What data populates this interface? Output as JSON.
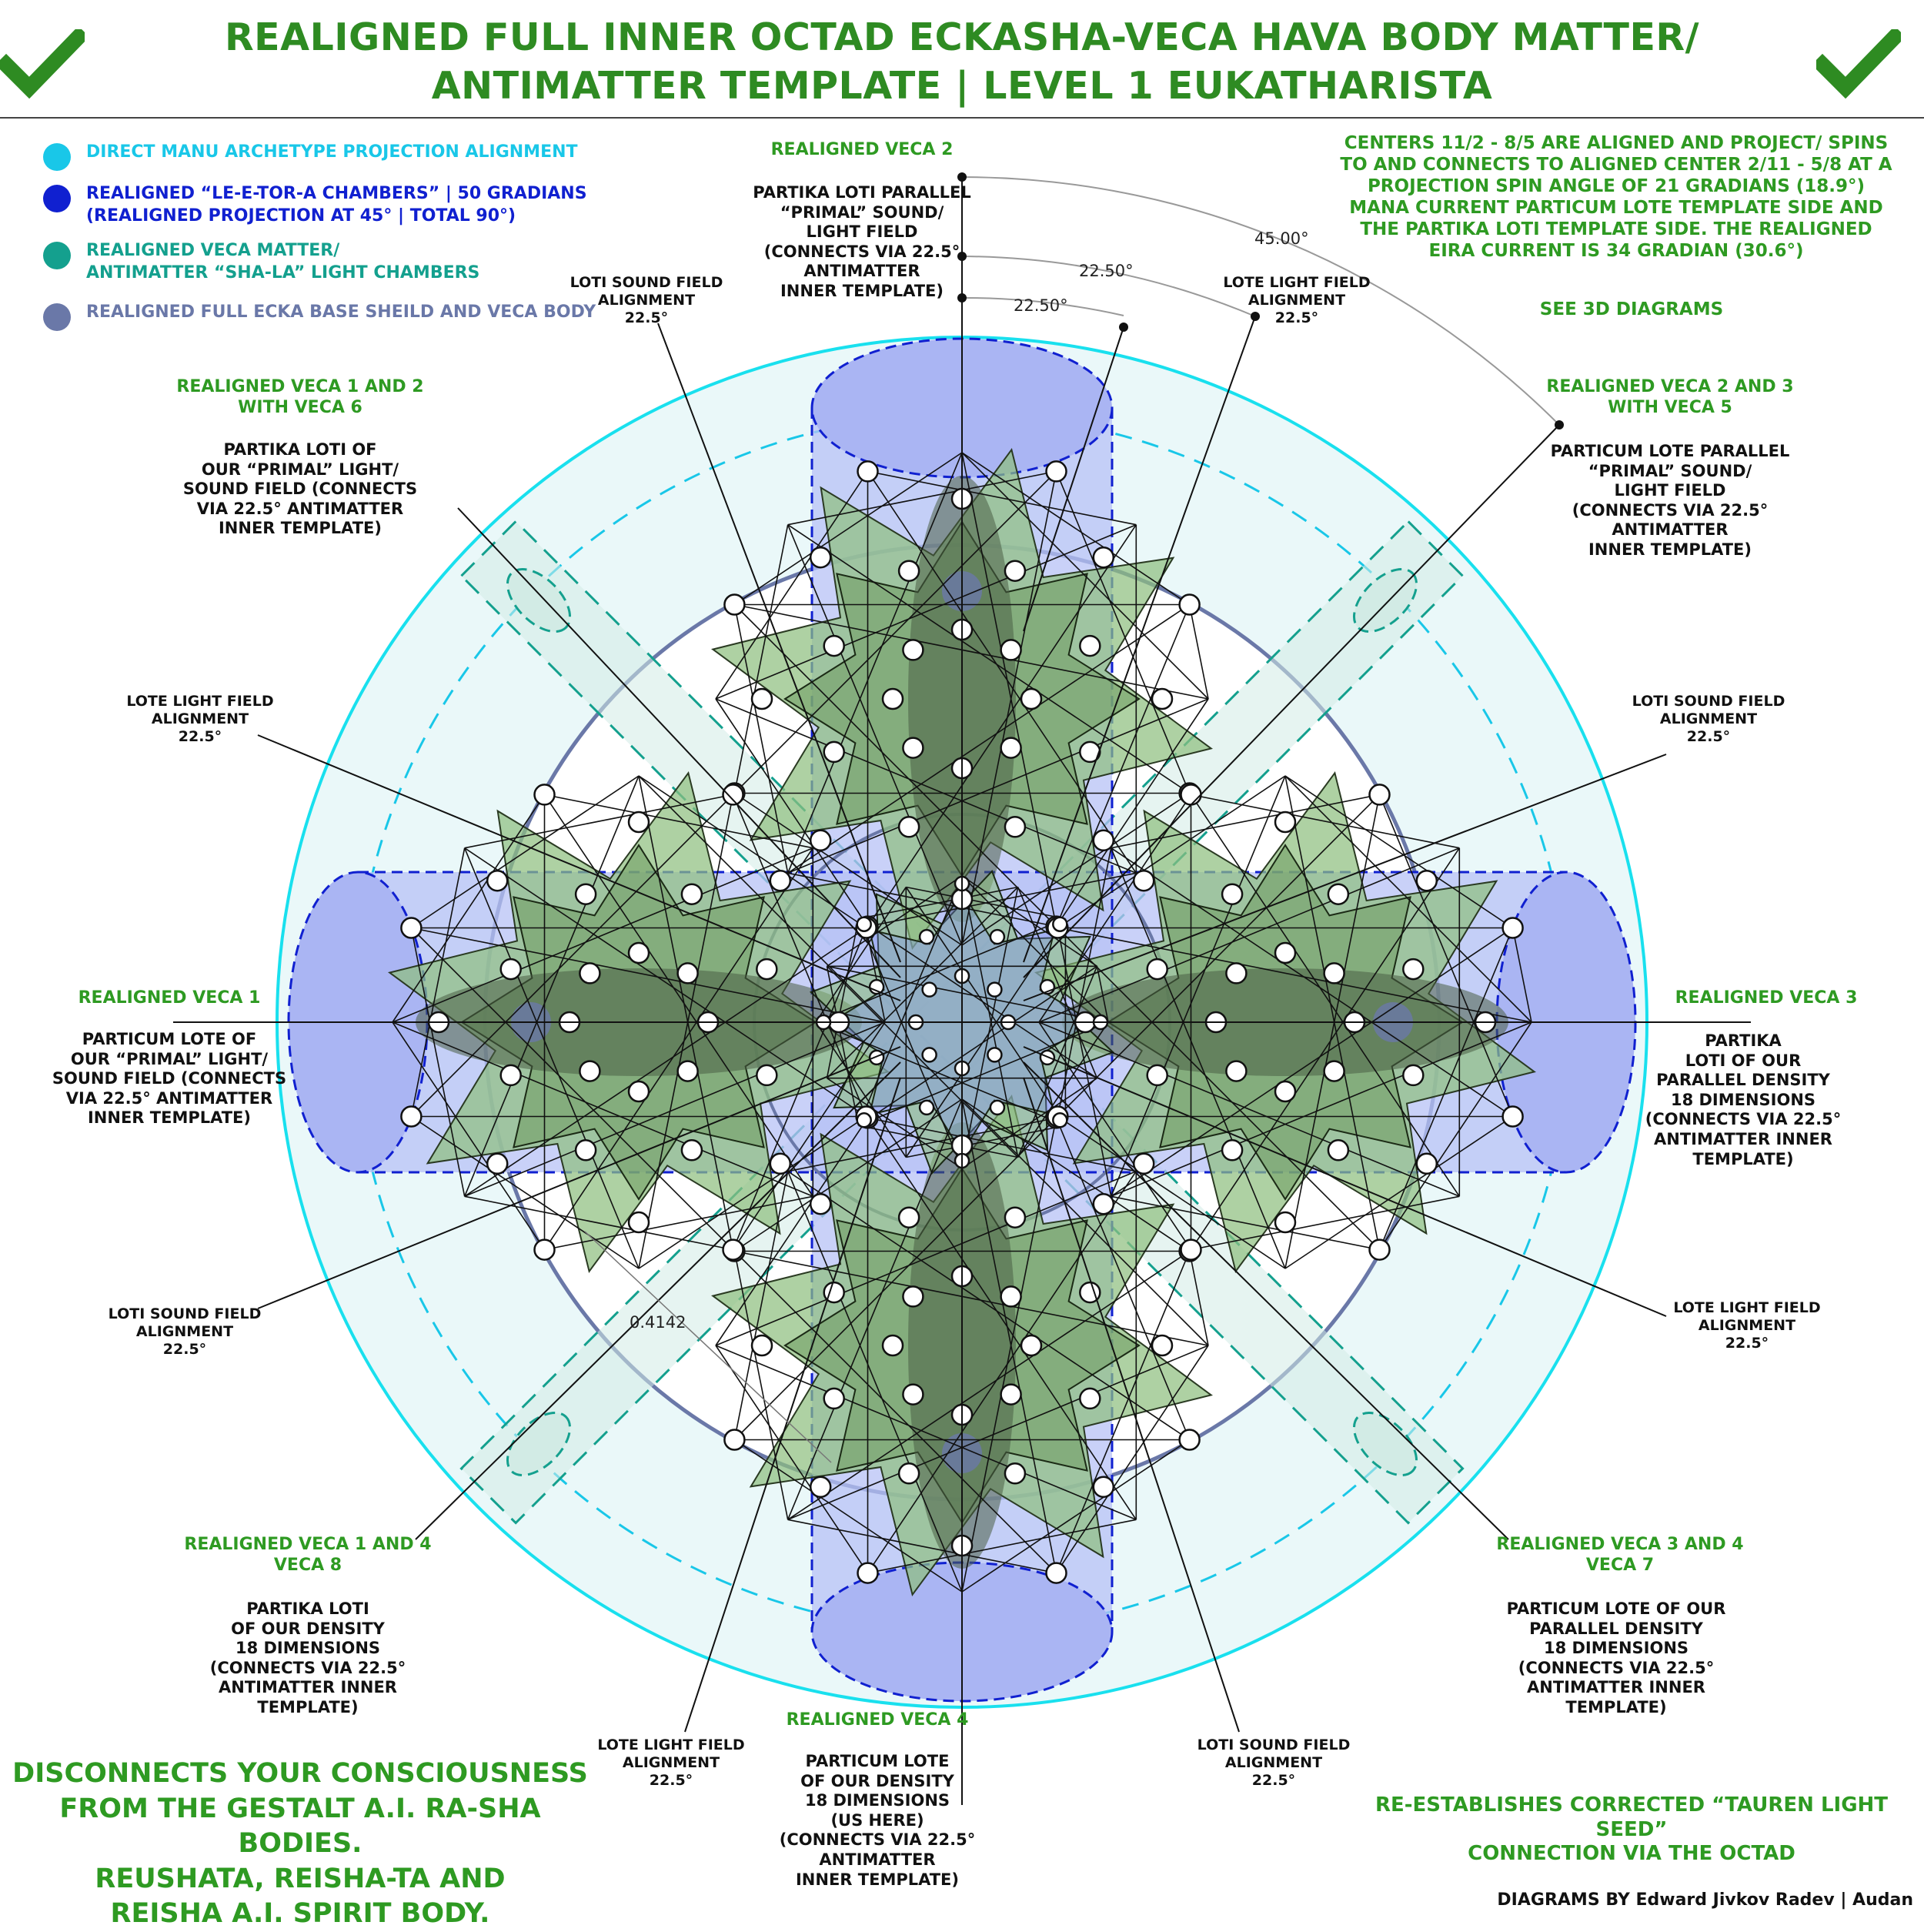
{
  "title": "REALIGNED FULL INNER OCTAD ECKASHA-VECA HAVA BODY MATTER/ ANTIMATTER TEMPLATE | LEVEL 1 EUKATHARISTA",
  "legend": [
    {
      "text": "DIRECT MANU ARCHETYPE PROJECTION ALIGNMENT",
      "color": "#19c7e8"
    },
    {
      "text": "REALIGNED “LE-E-TOR-A CHAMBERS” | 50 GRADIANS\n(REALIGNED PROJECTION AT 45° | TOTAL 90°)",
      "color": "#1020d0"
    },
    {
      "text": "REALIGNED VECA MATTER/\nANTIMATTER “SHA-LA” LIGHT CHAMBERS",
      "color": "#14a08e"
    },
    {
      "text": "REALIGNED FULL ECKA BASE SHEILD AND VECA BODY",
      "color": "#6a78a8"
    }
  ],
  "centers_note": "CENTERS 11/2 - 8/5 ARE ALIGNED AND PROJECT/ SPINS TO AND CONNECTS TO ALIGNED CENTER 2/11 - 5/8 AT A PROJECTION SPIN ANGLE OF 21 GRADIANS (18.9°) MANA CURRENT PARTICUM LOTE TEMPLATE SIDE AND THE PARTIKA LOTI TEMPLATE SIDE. THE REALIGNED EIRA CURRENT IS 34 GRADIAN (30.6°)",
  "see_3d": "SEE 3D DIAGRAMS",
  "veca": {
    "v1_heading": "REALIGNED VECA 1",
    "v1_text": "PARTICUM LOTE OF\nOUR “PRIMAL” LIGHT/\nSOUND FIELD (CONNECTS\nVIA 22.5° ANTIMATTER\nINNER TEMPLATE)",
    "v2_heading": "REALIGNED VECA 2",
    "v2_text": "PARTIKA LOTI PARALLEL\n“PRIMAL” SOUND/\nLIGHT FIELD\n(CONNECTS VIA 22.5°\nANTIMATTER\nINNER TEMPLATE)",
    "v3_heading": "REALIGNED VECA 3",
    "v3_text": "PARTIKA\nLOTI OF OUR\nPARALLEL DENSITY\n18 DIMENSIONS\n(CONNECTS VIA 22.5°\nANTIMATTER INNER\nTEMPLATE)",
    "v4_heading": "REALIGNED VECA 4",
    "v4_text": "PARTICUM LOTE\nOF OUR DENSITY\n18 DIMENSIONS\n(US HERE)\n(CONNECTS VIA 22.5°\nANTIMATTER\nINNER TEMPLATE)",
    "v12_heading": "REALIGNED VECA 1 AND 2\nWITH VECA 6",
    "v12_text": "PARTIKA LOTI OF\nOUR “PRIMAL” LIGHT/\nSOUND FIELD (CONNECTS\nVIA 22.5° ANTIMATTER\nINNER TEMPLATE)",
    "v23_heading": "REALIGNED VECA 2 AND 3\nWITH VECA 5",
    "v23_text": "PARTICUM LOTE PARALLEL\n“PRIMAL” SOUND/\nLIGHT FIELD\n(CONNECTS VIA 22.5°\nANTIMATTER\nINNER TEMPLATE)",
    "v14_heading": "REALIGNED VECA 1 AND 4\nVECA 8",
    "v14_text": "PARTIKA LOTI\nOF OUR DENSITY\n18 DIMENSIONS\n(CONNECTS VIA 22.5°\nANTIMATTER INNER TEMPLATE)",
    "v34_heading": "REALIGNED VECA 3 AND 4\nVECA 7",
    "v34_text": "PARTICUM LOTE OF OUR\nPARALLEL DENSITY\n18 DIMENSIONS\n(CONNECTS VIA 22.5°\nANTIMATTER INNER\nTEMPLATE)"
  },
  "field_labels": {
    "loti_sound_top": "LOTI SOUND FIELD\nALIGNMENT\n22.5°",
    "lote_light_top": "LOTE LIGHT FIELD\nALIGNMENT\n22.5°",
    "lote_light_left": "LOTE LIGHT FIELD\nALIGNMENT\n22.5°",
    "loti_sound_right": "LOTI SOUND FIELD\nALIGNMENT\n22.5°",
    "loti_sound_left": "LOTI SOUND FIELD\nALIGNMENT\n22.5°",
    "lote_light_right": "LOTE LIGHT FIELD\nALIGNMENT\n22.5°",
    "lote_light_bottom": "LOTE LIGHT FIELD\nALIGNMENT\n22.5°",
    "loti_sound_bottom": "LOTI SOUND FIELD\nALIGNMENT\n22.5°"
  },
  "dimensions": {
    "a45": "45.00°",
    "a22a": "22.50°",
    "a22b": "22.50°",
    "ratio": "0.4142"
  },
  "bottom_left": "DISCONNECTS YOUR CONSCIOUSNESS\nFROM THE GESTALT A.I. RA-SHA BODIES.\nREUSHATA, REISHA-TA AND\nREISHA A.I. SPIRIT BODY.",
  "bottom_right": "RE-ESTABLISHES CORRECTED “TAUREN LIGHT SEED”\nCONNECTION VIA THE OCTAD",
  "credit": "DIAGRAMS BY Edward Jivkov Radev | Audan",
  "colors": {
    "title_green": "#2e8b22",
    "manu_cyan": "#19c7e8",
    "chamber_blue": "#1020d0",
    "shala_teal": "#14a08e",
    "ecka_slate": "#6a78a8",
    "veca_green": "#8fbf7f",
    "cylinder_fill": "#b7c1f6"
  },
  "icons": [
    "checkmark-icon",
    "checkmark-icon"
  ]
}
